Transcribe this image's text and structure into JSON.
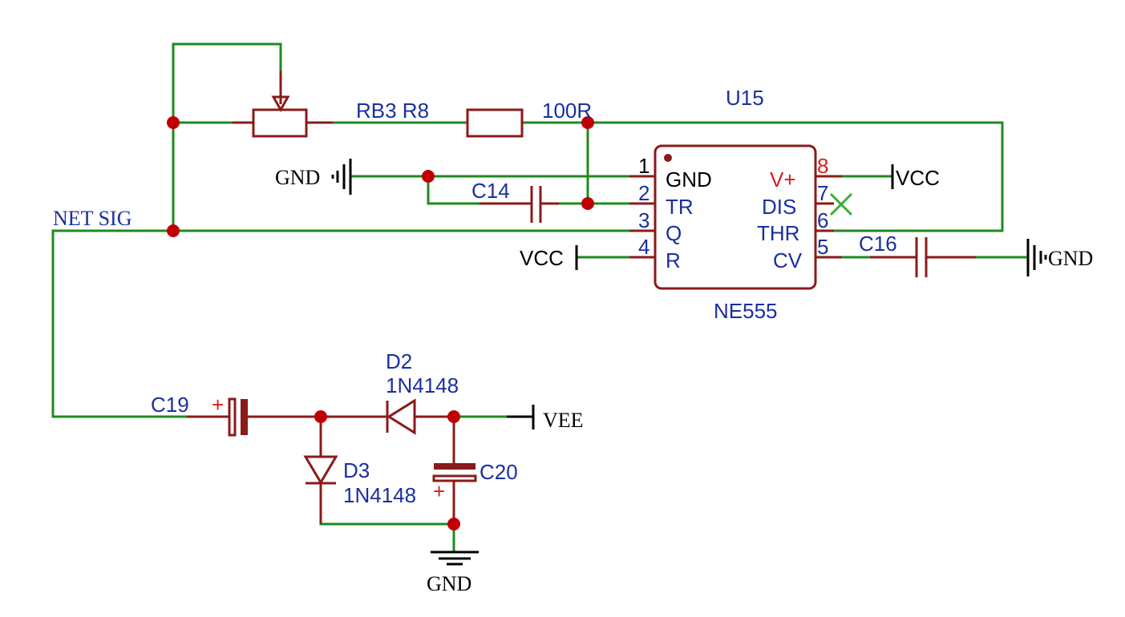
{
  "net_label": "NET SIG",
  "power": {
    "gnd_left": "GND",
    "vcc_pin4": "VCC",
    "vcc_pin8": "VCC",
    "gnd_right": "GND",
    "vee": "VEE",
    "gnd_bottom": "GND"
  },
  "ic": {
    "designator": "U15",
    "value": "NE555",
    "pins_left": [
      {
        "num": "1",
        "name": "GND"
      },
      {
        "num": "2",
        "name": "TR"
      },
      {
        "num": "3",
        "name": "Q"
      },
      {
        "num": "4",
        "name": "R"
      }
    ],
    "pins_right": [
      {
        "num": "8",
        "name": "V+"
      },
      {
        "num": "7",
        "name": "DIS"
      },
      {
        "num": "6",
        "name": "THR"
      },
      {
        "num": "5",
        "name": "CV"
      }
    ]
  },
  "components": {
    "rb3_r8": "RB3 R8",
    "r_value": "100R",
    "c14": "C14",
    "c16": "C16",
    "c19": "C19",
    "c19_plus": "+",
    "d2": "D2",
    "d2_value": "1N4148",
    "d3": "D3",
    "d3_value": "1N4148",
    "c20": "C20",
    "c20_plus": "+"
  },
  "colors": {
    "wire": "#1f8a1f",
    "component": "#8b1a1a",
    "junction": "#c00000",
    "label": "#1a2fa0",
    "power_pin_label": "#d42020",
    "no_connect": "#3ab03a"
  }
}
